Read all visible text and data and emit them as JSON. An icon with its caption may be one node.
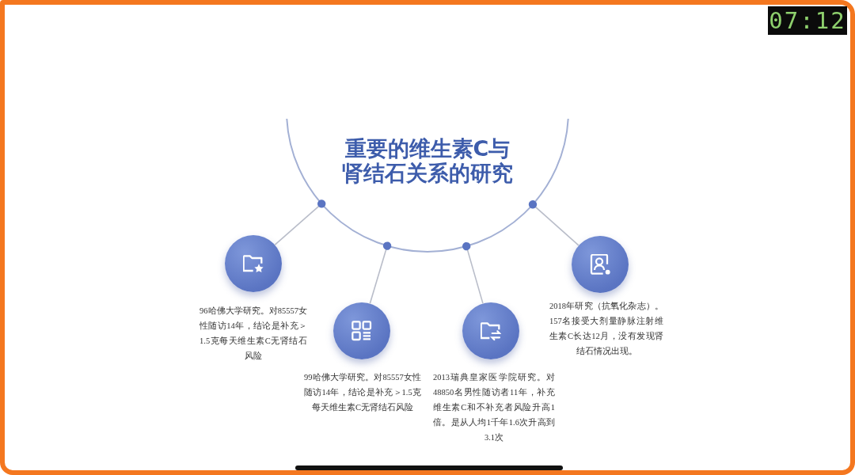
{
  "diagram": {
    "nodes": [
      {
        "text": [
          "重要的维生素C与肾结石关系的研究"
        ]
      },
      {
        "text": [],
        "shape": "circle",
        "beside": [
          "96哈佛大学研究。对85557女性随访14年，结论是补充＞1.5克每天维生素C无肾结石风险"
        ]
      },
      {
        "text": [],
        "shape": "circle",
        "beside": [
          "99哈佛大学研究。对85557女性随访14年，结论是补充＞1.5克每天维生素C无肾结石风险"
        ]
      },
      {
        "text": [],
        "shape": "circle",
        "beside": [
          "2013瑞典皇家医学院研究。对48850名男性随访者11年，补充维生素C和不补充者风险升高1倍。是从人均1千年1.6次升高到3.1次"
        ]
      },
      {
        "text": [],
        "shape": "circle",
        "beside": [
          "2018年研究（抗氧化杂志）。157名接受大剂量静脉注射维生素C长达12月，没有发现肾结石情况出现。"
        ]
      }
    ],
    "edges": [
      {
        "from": 0,
        "to": 1,
        "arrow": "other"
      },
      {
        "from": 0,
        "to": 2,
        "arrow": "other"
      },
      {
        "from": 0,
        "to": 3,
        "arrow": "other"
      },
      {
        "from": 0,
        "to": 4,
        "arrow": "other"
      }
    ],
    "labels": [
      "07:12"
    ]
  }
}
